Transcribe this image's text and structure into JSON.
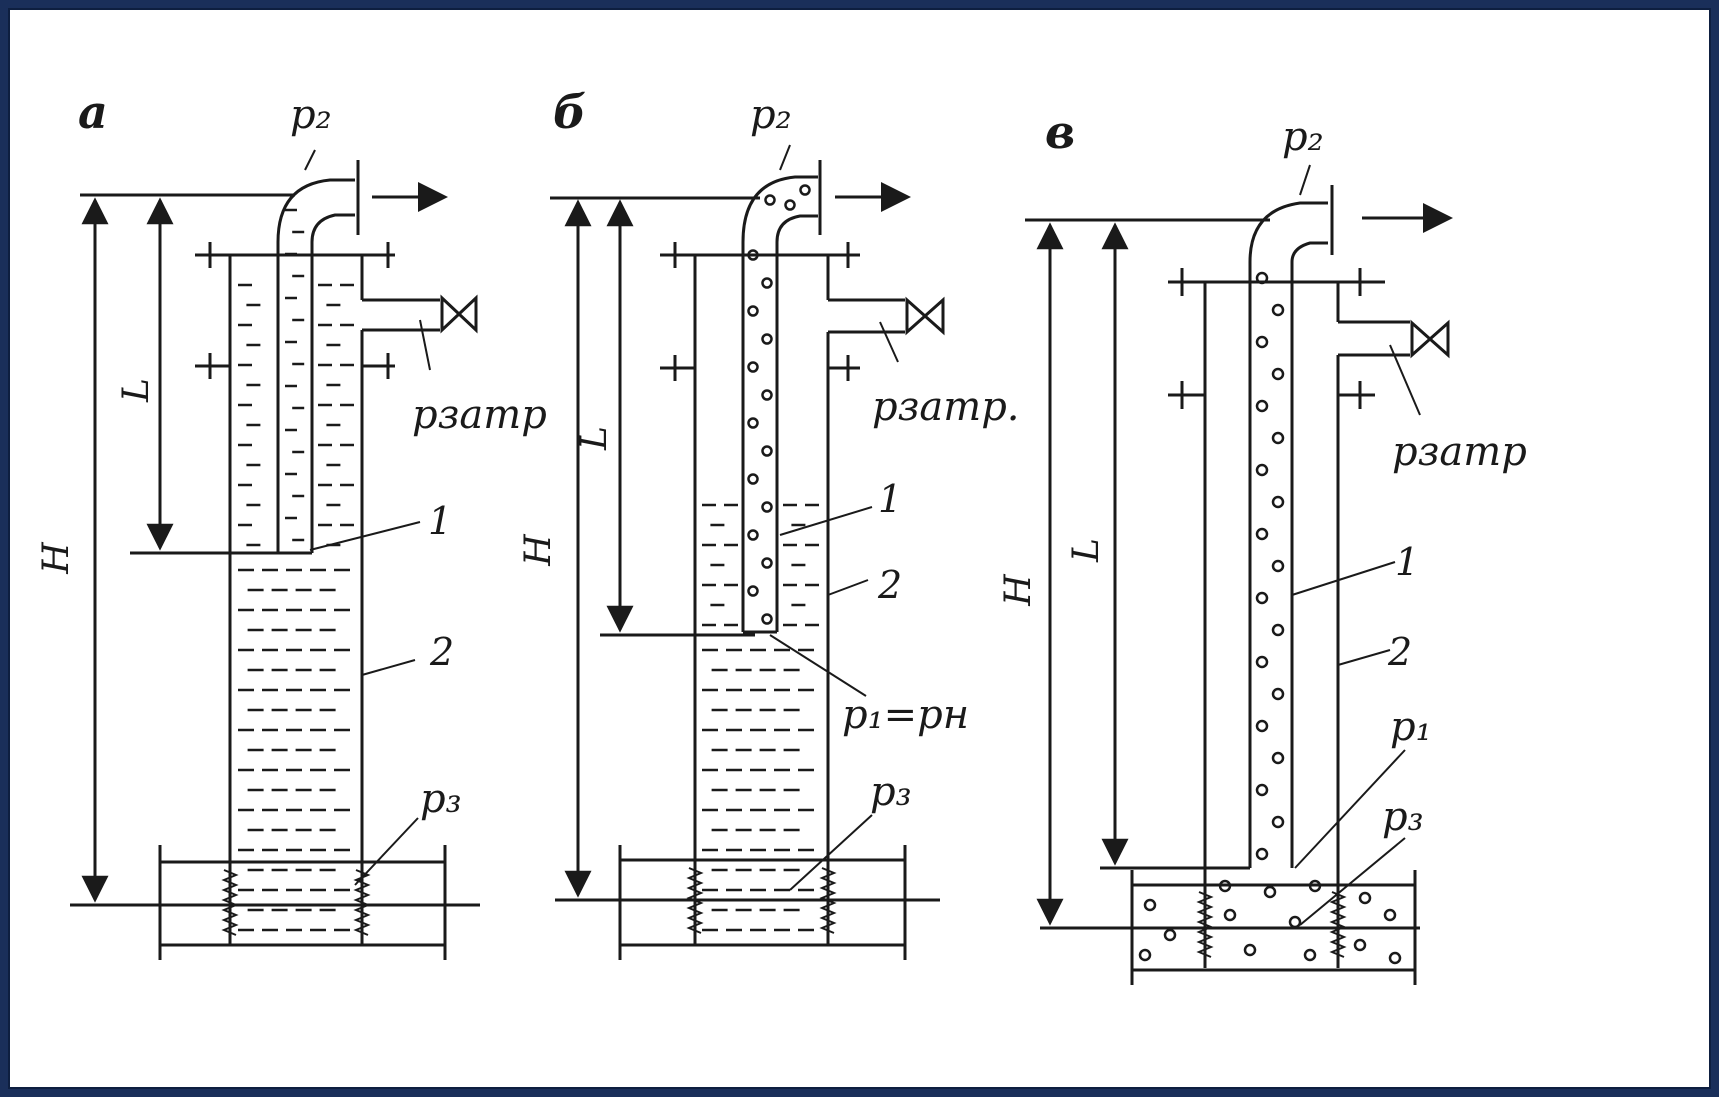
{
  "panels": [
    {
      "letter": "a",
      "p2": "p₂",
      "pzatr": "pзатр",
      "p3": "p₃",
      "n1": "1",
      "n2": "2",
      "H": "H",
      "L": "L"
    },
    {
      "letter": "б",
      "p2": "p₂",
      "pzatr": "pзатр.",
      "p1pn": "p₁=pн",
      "p3": "p₃",
      "n1": "1",
      "n2": "2",
      "H": "H",
      "L": "L"
    },
    {
      "letter": "в",
      "p2": "p₂",
      "pzatr": "pзатр",
      "p1": "p₁",
      "p3": "p₃",
      "n1": "1",
      "n2": "2",
      "H": "H",
      "L": "L"
    }
  ],
  "colors": {
    "ink": "#1a1a1a",
    "frame": "#1a2f5a",
    "paper": "#ffffff"
  }
}
